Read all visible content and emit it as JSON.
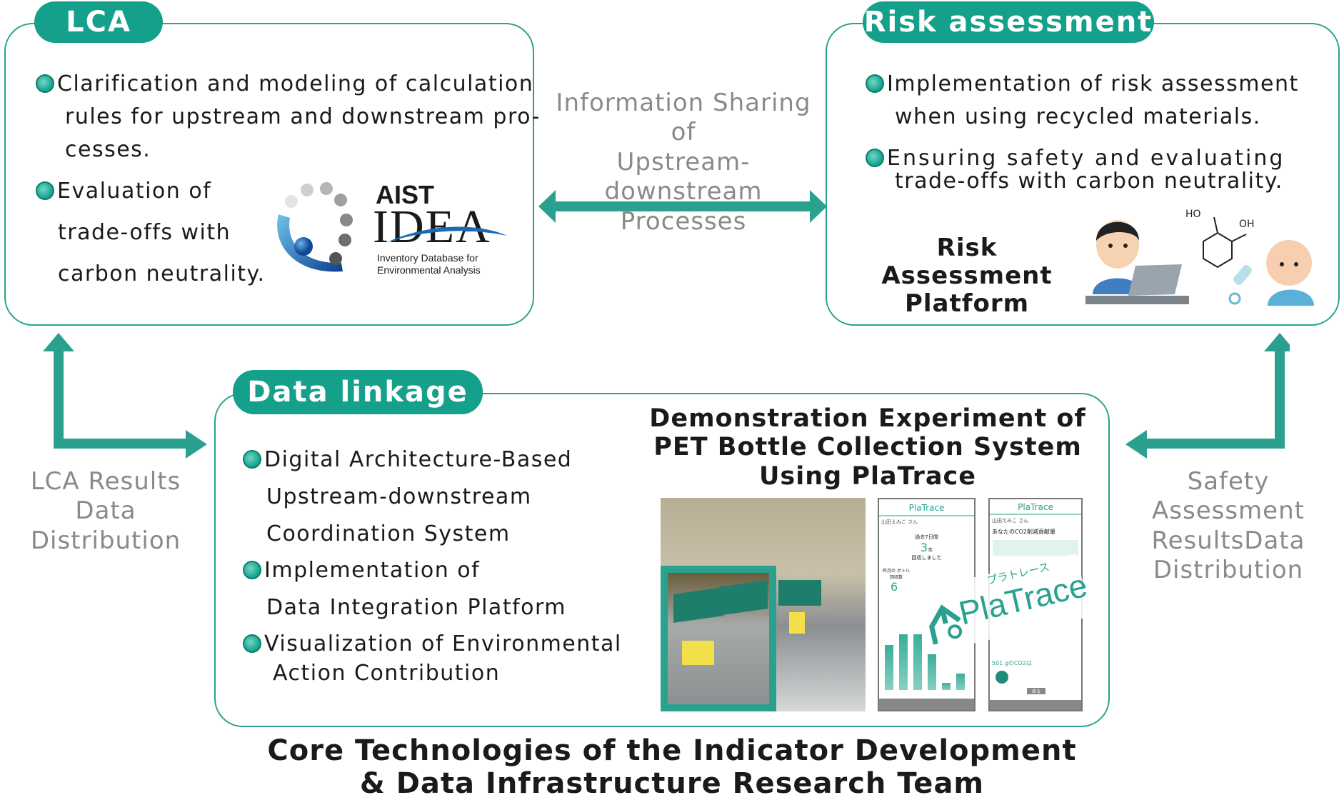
{
  "lca": {
    "title": "LCA",
    "bullets": [
      {
        "lines": [
          "Clarification and modeling of calculation",
          "rules for upstream and downstream pro-",
          "cesses."
        ]
      },
      {
        "lines": [
          "Evaluation of",
          "trade-offs with",
          "carbon neutrality."
        ]
      }
    ],
    "logo": {
      "line1": "AIST",
      "line2": "IDEA",
      "line3": "Inventory Database for",
      "line4": "Environmental Analysis"
    }
  },
  "risk": {
    "title": "Risk assessment",
    "bullets": [
      {
        "lines": [
          "Implementation of risk assessment",
          "when using recycled materials."
        ]
      },
      {
        "lines": [
          "Ensuring safety and evaluating",
          "trade-offs with carbon neutrality."
        ]
      }
    ],
    "platform": [
      "Risk Assessment",
      "Platform"
    ],
    "chem": {
      "ho": "HO",
      "oh": "OH"
    }
  },
  "sharing": [
    "Information Sharing of",
    "Upstream-downstream",
    "Processes"
  ],
  "lca_results": [
    "LCA Results",
    "Data Distribution"
  ],
  "safety_results": [
    "Safety Assessment",
    "ResultsData",
    "Distribution"
  ],
  "data_linkage": {
    "title": "Data linkage",
    "bullets": [
      {
        "lines": [
          "Digital Architecture-Based",
          "Upstream-downstream",
          "Coordination System"
        ]
      },
      {
        "lines": [
          "Implementation of",
          "Data Integration Platform"
        ]
      },
      {
        "lines": [
          "Visualization of Environmental",
          "Action Contribution"
        ]
      }
    ],
    "demo_title": [
      "Demonstration Experiment of",
      "PET Bottle Collection System",
      "Using PlaTrace"
    ],
    "platrace": {
      "brand": "PlaTrace",
      "kana": "プラトレース",
      "phone1": {
        "user": "山田えみこ さん",
        "period": "過去7日間",
        "count": "3",
        "unit": "本",
        "collected": "回収しました",
        "month_label": "昨月の ボトル回収数",
        "month_value": "6",
        "bars": [
          50,
          62,
          62,
          40,
          8,
          18
        ]
      },
      "phone2": {
        "user": "山田えみこ さん",
        "heading": "あなたのCO2削減貢献量",
        "amount": "501 gのCO2は",
        "back": "戻る"
      }
    }
  },
  "footer": [
    "Core Technologies of the Indicator Development",
    "& Data Infrastructure Research Team"
  ],
  "colors": {
    "teal": "#14a08a",
    "border": "#2aa18f",
    "gray": "#8a8a8a"
  }
}
